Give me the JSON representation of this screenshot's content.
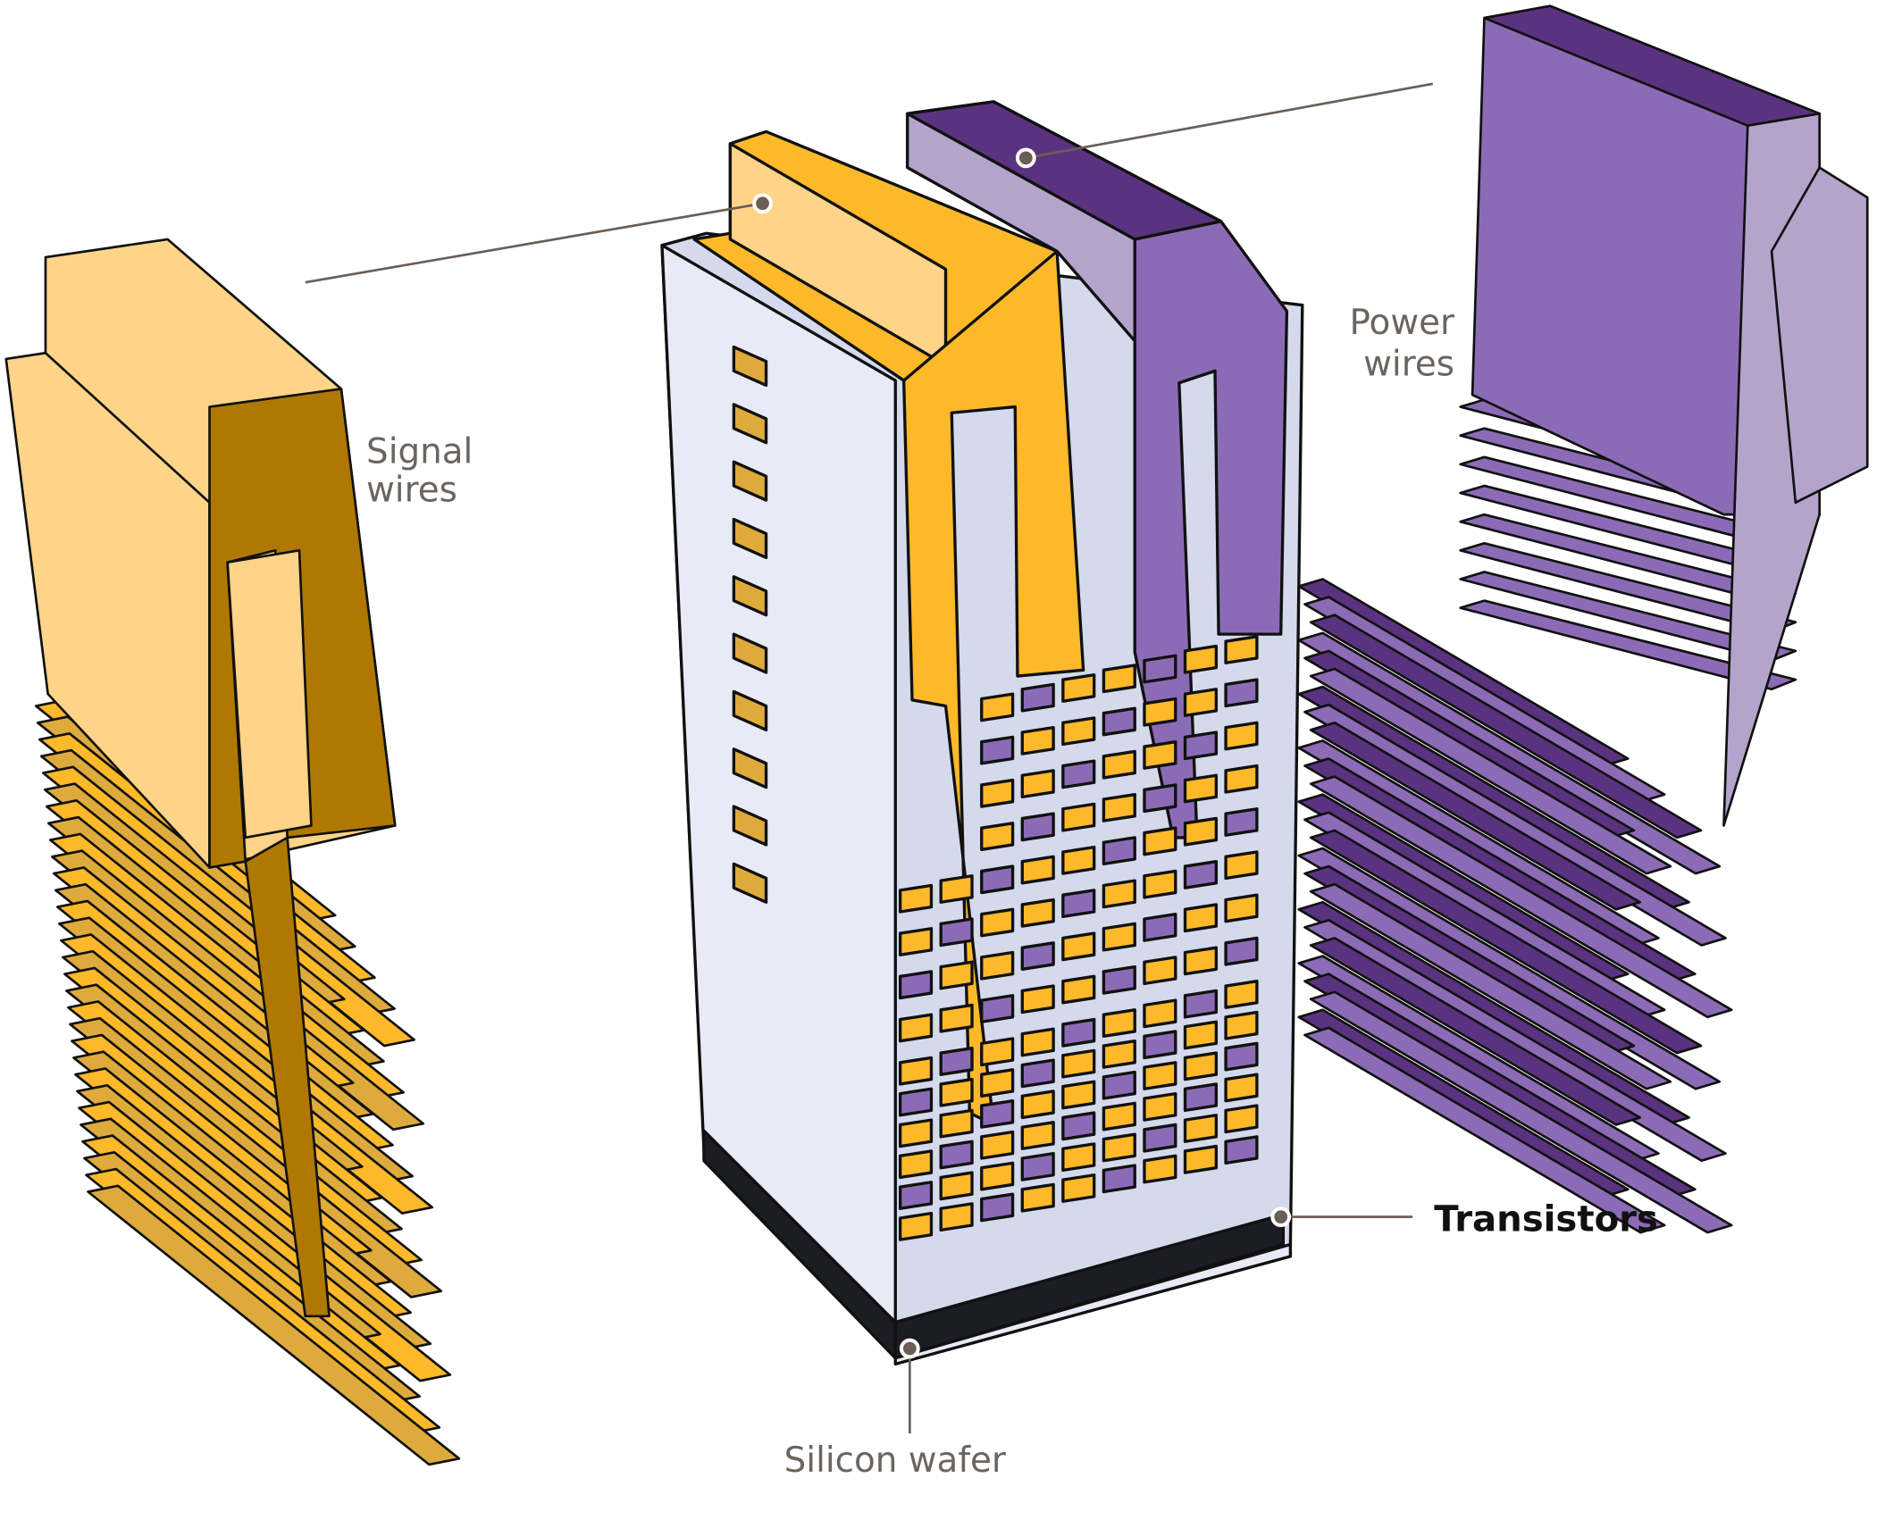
{
  "labels": {
    "signal_line1": "Signal",
    "signal_line2": "wires",
    "power_line1": "Power",
    "power_line2": "wires",
    "transistors": "Transistors",
    "silicon_wafer": "Silicon wafer"
  },
  "colors": {
    "gold_light": "#fdd488",
    "gold": "#fdb92a",
    "gold_dark": "#b07800",
    "gold_mid": "#deaa3c",
    "purple_light": "#b4a4cc",
    "purple": "#8c6bb6",
    "purple_dark": "#5a3380",
    "block_face": "#d4daec",
    "block_light": "#e8ebf5",
    "wafer": "#1c1c24",
    "leader": "#6b5e55"
  }
}
